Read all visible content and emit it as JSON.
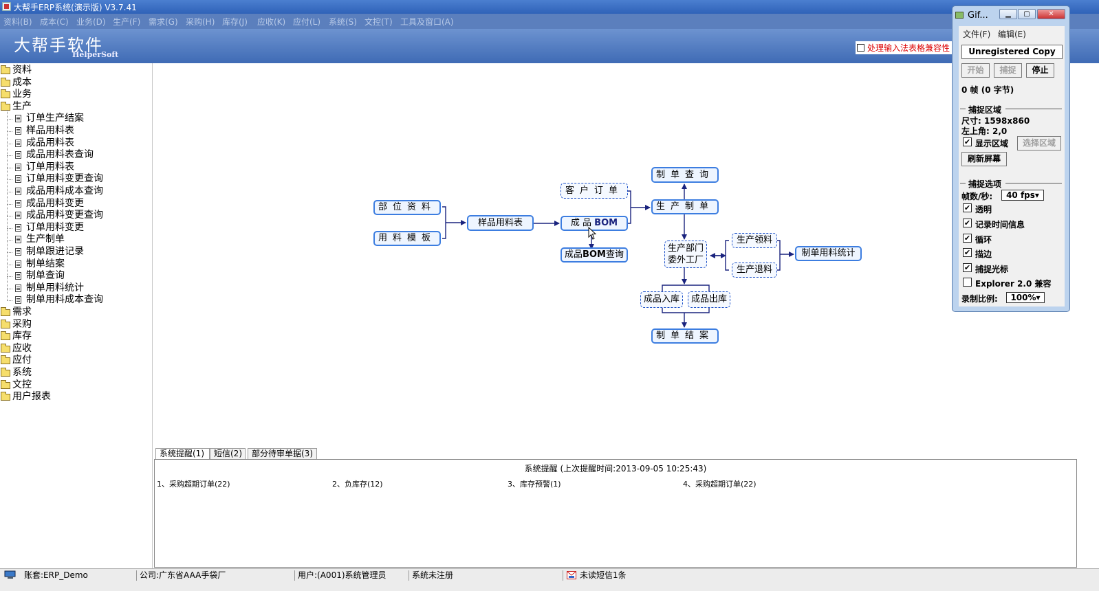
{
  "window": {
    "title": "大帮手ERP系统(演示版) V3.7.41"
  },
  "menu": [
    "资料(B)",
    "成本(C)",
    "业务(D)",
    "生产(F)",
    "需求(G)",
    "采购(H)",
    "库存(J)",
    "应收(K)",
    "应付(L)",
    "系统(S)",
    "文控(T)",
    "工具及窗口(A)"
  ],
  "banner": {
    "logo": "大帮手软件",
    "logo_sub": "HelperSoft",
    "compat_label": "处理输入法表格兼容性"
  },
  "tree": {
    "top": [
      "资料",
      "成本",
      "业务",
      "生产"
    ],
    "production_children": [
      "订单生产结案",
      "样品用料表",
      "成品用料表",
      "成品用料表查询",
      "订单用料表",
      "订单用料变更查询",
      "成品用料成本查询",
      "成品用料变更",
      "成品用料变更查询",
      "订单用料变更",
      "生产制单",
      "制单跟进记录",
      "制单结案",
      "制单查询",
      "制单用料统计",
      "制单用料成本查询"
    ],
    "bottom": [
      "需求",
      "采购",
      "库存",
      "应收",
      "应付",
      "系统",
      "文控",
      "用户报表"
    ]
  },
  "flow": {
    "part_data": "部位资料",
    "material_template": "用料模板",
    "sample_bom": "样品用料表",
    "customer_order": "客户订单",
    "product_bom_prefix": "成 品 ",
    "product_bom_bold": "BOM",
    "bom_query_prefix": "成品",
    "bom_query_bold": "BOM",
    "bom_query_suffix": "查询",
    "order_query": "制单查询",
    "production_order": "生产制单",
    "dept_line1": "生产部门",
    "dept_line2": "委外工厂",
    "material_issue": "生产领料",
    "material_return": "生产退料",
    "material_stats": "制单用料统计",
    "fg_in": "成品入库",
    "fg_out": "成品出库",
    "order_close": "制单结案"
  },
  "panel": {
    "tabs": [
      "系统提醒(1)",
      "短信(2)",
      "部分待审单据(3)"
    ],
    "title": "系统提醒 (上次提醒时间:2013-09-05 10:25:43)",
    "items": [
      "1、采购超期订单(22)",
      "2、负库存(12)",
      "3、库存预警(1)",
      "4、采购超期订单(22)"
    ]
  },
  "status": {
    "account": "账套:ERP_Demo",
    "company": "公司:广东省AAA手袋厂",
    "user": "用户:(A001)系统管理员",
    "registration": "系统未注册",
    "messages": "未读短信1条"
  },
  "gif_recorder": {
    "title": "Gif...",
    "menu": [
      "文件(F)",
      "编辑(E)"
    ],
    "banner": "Unregistered Copy",
    "buttons": {
      "start": "开始",
      "capture": "捕捉",
      "stop": "停止"
    },
    "frames": "0 帧 (0 字节)",
    "area_section": "捕捉区域",
    "size": "尺寸: 1598x860",
    "top_left": "左上角: 2,0",
    "show_area": "显示区域",
    "select_area": "选择区域",
    "refresh": "刷新屏幕",
    "options_section": "捕捉选项",
    "fps_label": "帧数/秒:",
    "fps_value": "40 fps",
    "options": [
      "透明",
      "记录时间信息",
      "循环",
      "描边",
      "捕捉光标",
      "Explorer 2.0 兼容"
    ],
    "options_checked": [
      true,
      true,
      true,
      true,
      true,
      false
    ],
    "ratio_label": "录制比例:",
    "ratio_value": "100%"
  }
}
